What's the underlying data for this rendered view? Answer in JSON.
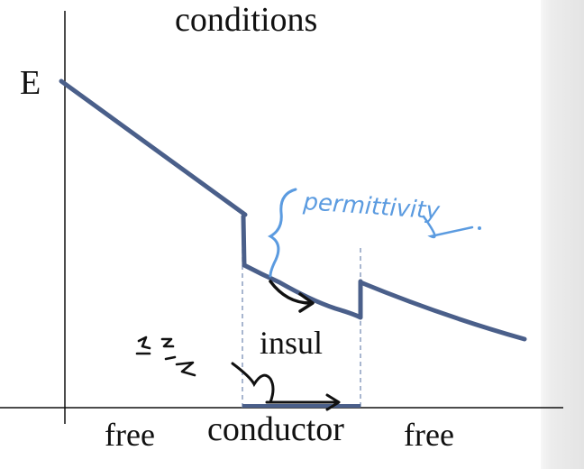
{
  "diagram": {
    "title": "conditions",
    "y_axis_label": "E",
    "regions": {
      "left": "free",
      "middle": "conductor",
      "right": "free"
    },
    "insulator_label": "insul",
    "annotation": "permittivity",
    "colors": {
      "curve": "#4a5f8a",
      "annotation": "#5b9be0",
      "ink": "#111111",
      "guide": "#7a8fb5"
    }
  }
}
